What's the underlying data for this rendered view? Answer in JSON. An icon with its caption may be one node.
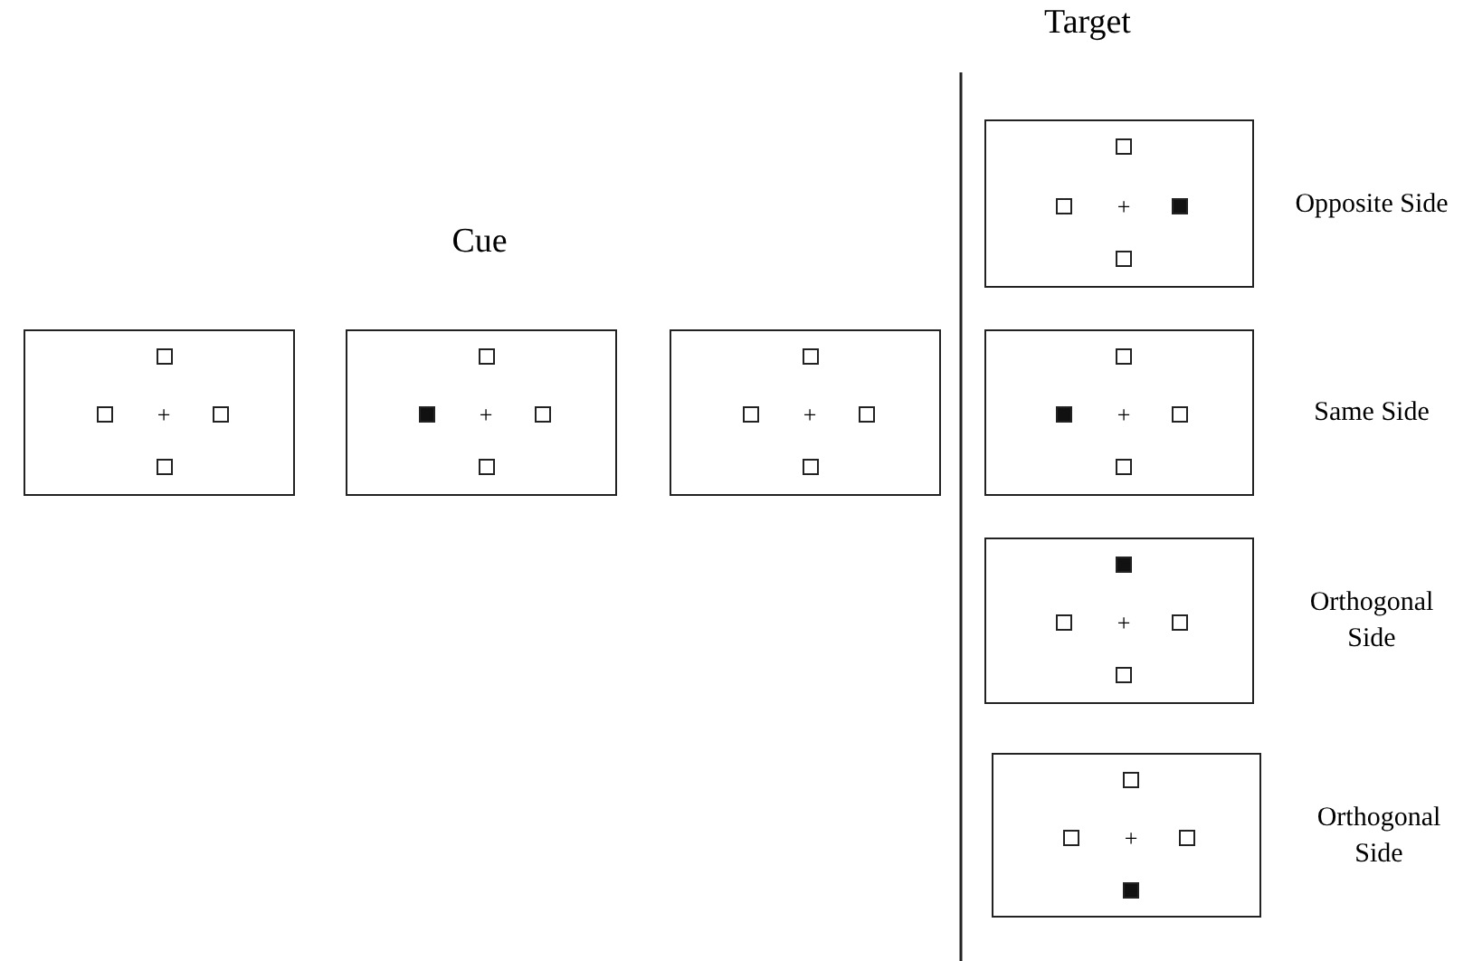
{
  "diagram": {
    "nodes": [
      {
        "text": [
          "+"
        ]
      },
      {
        "text": [
          "+"
        ]
      },
      {
        "text": [
          "+"
        ]
      },
      {
        "text": [
          "+"
        ],
        "beside": [
          "Opposite Side"
        ]
      },
      {
        "text": [
          "+"
        ],
        "beside": [
          "Same Side"
        ]
      },
      {
        "text": [
          "+"
        ],
        "beside": [
          "Orthogonal Side"
        ]
      },
      {
        "text": [
          "+"
        ],
        "beside": [
          "Orthogonal Side"
        ]
      }
    ],
    "labels": [
      "Target",
      "Cue"
    ]
  }
}
